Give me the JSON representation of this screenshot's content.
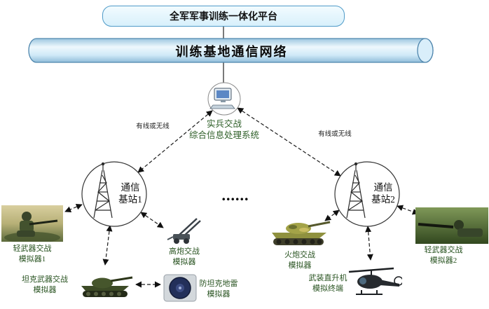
{
  "header": {
    "platform": "全军军事训练一体化平台",
    "bus": "训练基地通信网络"
  },
  "processing": {
    "line1": "实兵交战",
    "line2": "综合信息处理系统"
  },
  "link_labels": {
    "left": "有线或无线",
    "right": "有线或无线"
  },
  "stations": {
    "s1": {
      "line1": "通信",
      "line2": "基站1"
    },
    "s2": {
      "line1": "通信",
      "line2": "基站2"
    }
  },
  "ellipsis": "......",
  "simulators": {
    "light1": {
      "line1": "轻武器交战",
      "line2": "模拟器1",
      "icon": "soldier-photo"
    },
    "tank": {
      "line1": "坦克武器交战",
      "line2": "模拟器",
      "icon": "tank-photo"
    },
    "aagun": {
      "line1": "高炮交战",
      "line2": "模拟器",
      "icon": "aa-gun-photo"
    },
    "mine": {
      "line1": "防坦克地雷",
      "line2": "模拟器",
      "icon": "mine-photo"
    },
    "artillery": {
      "line1": "火炮交战",
      "line2": "模拟器",
      "icon": "artillery-photo"
    },
    "helicopter": {
      "line1": "武装直升机",
      "line2": "模拟终端",
      "icon": "helicopter-photo"
    },
    "light2": {
      "line1": "轻武器交战",
      "line2": "模拟器2",
      "icon": "soldier-photo"
    }
  },
  "colors": {
    "box_fill": "#d8f0fb",
    "box_border": "#4f9bc8",
    "bus_fill_light": "#e9f6fd",
    "bus_fill_dark": "#9cc6e0",
    "bus_border": "#4f86ad",
    "label_green": "#2e5f28",
    "line_color": "#1a1a1a"
  }
}
